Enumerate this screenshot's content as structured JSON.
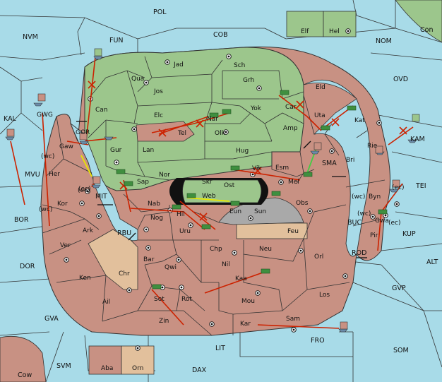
{
  "map": {
    "colors": {
      "sea": "#a8dbe8",
      "green": "#9cc68c",
      "red": "#c89183",
      "tan": "#e2c09c",
      "gray": "#a9a9a9",
      "black": "#111111",
      "order_red": "#cc2200",
      "order_yellow": "#e8e800",
      "order_green": "#44cc44"
    },
    "seas": {
      "POL": "POL",
      "COB": "COB",
      "NVM": "NVM",
      "FUN": "FUN",
      "NOM": "NOM",
      "Con": "Con",
      "KAL": "KAL",
      "MVU": "MVU",
      "BOR": "BOR",
      "MIT": "MIT",
      "RBU": "RBU",
      "DOR": "DOR",
      "GVA": "GVA",
      "OVD": "OVD",
      "KAM": "KAM",
      "SMA": "SMA",
      "TEI": "TEI",
      "BUC": "BUC",
      "KUP": "KUP",
      "ROD": "ROD",
      "ALT": "ALT",
      "GVP": "GVP",
      "FRO": "FRO",
      "SOM": "SOM",
      "LIT": "LIT",
      "SVM": "SVM",
      "DAX": "DAX",
      "Cow": "Cow"
    },
    "lands": {
      "Jad": "Jad",
      "Sch": "Sch",
      "Qua": "Qua",
      "Jos": "Jos",
      "Grh": "Grh",
      "Eld": "Eld",
      "Can": "Can",
      "Car": "Car",
      "Yok": "Yok",
      "Elc": "Elc",
      "Nar": "Nar",
      "Uta": "Uta",
      "Kat": "Kat",
      "Amp": "Amp",
      "Tel": "Tel",
      "Olk": "Olk",
      "Gur": "Gur",
      "Lan": "Lan",
      "Hug": "Hug",
      "Rie": "Rie",
      "Bri": "Bri",
      "Nor": "Nor",
      "Esm": "Esm",
      "Vik": "Vik",
      "Sap": "Sap",
      "Skr": "Skr",
      "Ost": "Ost",
      "Mel": "Mel",
      "Web": "Web",
      "Byn": "Byn",
      "Nab": "Nab",
      "Eun": "Eun",
      "Obs": "Obs",
      "Hil": "Hil",
      "Sun": "Sun",
      "Nog": "Nog",
      "Uru": "Uru",
      "Feu": "Feu",
      "Pir": "Pir",
      "Gwa": "Gwa",
      "Her": "Her",
      "Gaw": "Gaw",
      "GOR": "GOR",
      "GWG": "GWG",
      "Kor": "Kor",
      "Ark": "Ark",
      "Ver": "Ver",
      "Ken": "Ken",
      "Chr": "Chr",
      "Bar": "Bar",
      "Qwi": "Qwi",
      "Chp": "Chp",
      "Neu": "Neu",
      "Orl": "Orl",
      "Nil": "Nil",
      "Ail": "Ail",
      "Kaa": "Kaa",
      "Sot": "Sot",
      "Rot": "Rot",
      "Mou": "Mou",
      "Los": "Los",
      "Zin": "Zin",
      "Kar": "Kar",
      "Sam": "Sam",
      "Elf": "Elf",
      "Hel": "Hel",
      "Aba": "Aba",
      "Orn": "Orn"
    },
    "coast_tags": {
      "wc_her": "(wc)",
      "ec_gor": "(ec)",
      "wc_kor": "(wc)",
      "ec_kor": "(ec)",
      "wc_byn": "(wc)",
      "ec_byn": "(ec)",
      "wc_gwa": "(wc)",
      "ec_gwa": "(ec)"
    }
  }
}
